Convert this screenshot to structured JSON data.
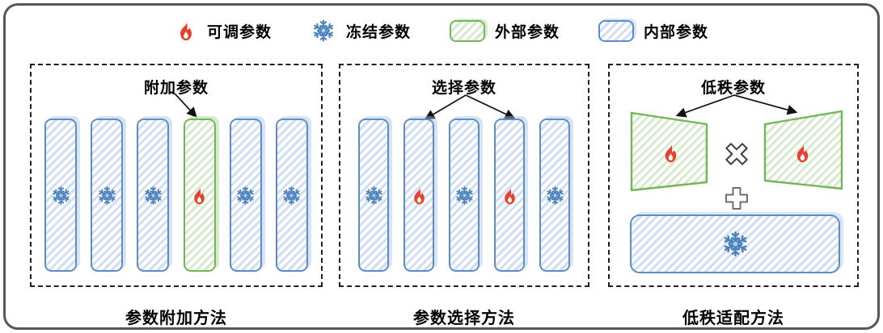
{
  "figure": {
    "legend": {
      "items": [
        {
          "label": "可调参数",
          "icon": "fire-icon"
        },
        {
          "label": "冻结参数",
          "icon": "snowflake-icon"
        },
        {
          "label": "外部参数",
          "icon": "external-param-swatch"
        },
        {
          "label": "内部参数",
          "icon": "internal-param-swatch"
        }
      ]
    },
    "panels": [
      {
        "id": "parameter-addition",
        "annotation": "附加参数",
        "caption": "参数附加方法",
        "columns": [
          {
            "kind": "internal",
            "state": "frozen"
          },
          {
            "kind": "internal",
            "state": "frozen"
          },
          {
            "kind": "internal",
            "state": "frozen"
          },
          {
            "kind": "external",
            "state": "tunable"
          },
          {
            "kind": "internal",
            "state": "frozen"
          },
          {
            "kind": "internal",
            "state": "frozen"
          }
        ]
      },
      {
        "id": "parameter-selection",
        "annotation": "选择参数",
        "caption": "参数选择方法",
        "columns": [
          {
            "kind": "internal",
            "state": "frozen"
          },
          {
            "kind": "internal",
            "state": "tunable"
          },
          {
            "kind": "internal",
            "state": "frozen"
          },
          {
            "kind": "internal",
            "state": "tunable"
          },
          {
            "kind": "internal",
            "state": "frozen"
          }
        ]
      },
      {
        "id": "low-rank-adaptation",
        "annotation": "低秩参数",
        "caption": "低秩适配方法",
        "low_rank": {
          "matrices": [
            {
              "kind": "external",
              "state": "tunable"
            },
            {
              "kind": "external",
              "state": "tunable"
            }
          ],
          "operators": {
            "multiply": "×",
            "add": "+"
          },
          "base": {
            "kind": "internal",
            "state": "frozen"
          }
        }
      }
    ],
    "colors": {
      "tunable_red": "#e8402c",
      "frozen_blue": "#4a80ba",
      "external_green_border": "#74b656",
      "external_green_stripe": "#d7e9cd",
      "internal_blue_border": "#5d8cc7",
      "internal_blue_stripe": "#cfdef2",
      "dashed_border": "#1f1f1f",
      "frame_border": "#565656"
    }
  }
}
